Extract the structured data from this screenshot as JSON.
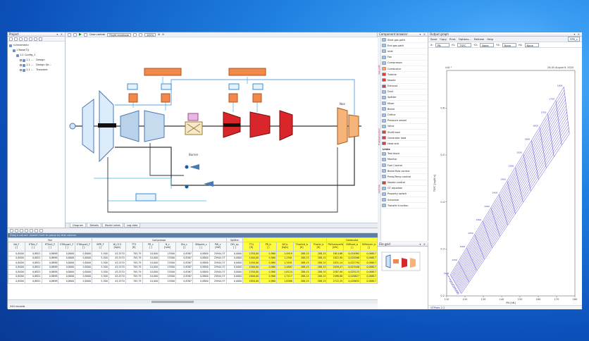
{
  "project": {
    "title": "Project",
    "tree": [
      {
        "label": "<Unnamed>",
        "depth": 0
      },
      {
        "label": "1 Base(Tj)",
        "depth": 1
      },
      {
        "label": "1.1 Config_1",
        "depth": 2
      },
      {
        "label": "1.1 ...",
        "depth": 3,
        "trailing": "Design"
      },
      {
        "label": "1.1 ...",
        "depth": 3,
        "trailing": "Design Se..."
      },
      {
        "label": "1.1 ...",
        "depth": 3,
        "trailing": "Transient"
      }
    ]
  },
  "diagram": {
    "toolbar": {
      "case_control_label": "Case control",
      "case_value": "Flight envelope",
      "zoom": "100%"
    },
    "tabs": [
      "Diagram",
      "Details",
      "Model notes",
      "Log data"
    ],
    "labels": {
      "burner": "Burner",
      "nozzle": "Noz"
    }
  },
  "component_browser": {
    "title": "Component browser",
    "side_labels": [
      "Gas path",
      "Fuel/Generation",
      "Controls"
    ],
    "items": [
      {
        "label": "Start gas path",
        "color": "#9fc3e8"
      },
      {
        "label": "End gas path",
        "color": "#9fc3e8"
      },
      {
        "label": "Inlet",
        "color": "#9fc3e8"
      },
      {
        "label": "Fan",
        "color": "#9fc3e8"
      },
      {
        "label": "Compressor",
        "color": "#9fc3e8"
      },
      {
        "label": "Combustor",
        "color": "#f6a66d"
      },
      {
        "label": "Turbine",
        "color": "#e23b3b"
      },
      {
        "label": "Nozzle",
        "color": "#e23b3b"
      },
      {
        "label": "Exhaust",
        "color": "#e23b3b"
      },
      {
        "label": "Duct",
        "color": "#9fc3e8"
      },
      {
        "label": "Splitter",
        "color": "#9fc3e8"
      },
      {
        "label": "Mixer",
        "color": "#9fc3e8"
      },
      {
        "label": "Bleed",
        "color": "#9fc3e8"
      },
      {
        "label": "Orifice",
        "color": "#9fc3e8"
      },
      {
        "label": "Pressure vessel",
        "color": "#9fc3e8"
      },
      {
        "label": "Valve",
        "color": "#9fc3e8"
      },
      {
        "label": "Shaft load",
        "color": "#c84545"
      },
      {
        "label": "Generator load",
        "color": "#c84545"
      },
      {
        "label": "Heat sink",
        "color": "#c84545"
      },
      {
        "label": "Test block",
        "color": "#9fc3e8"
      },
      {
        "label": "Monitor",
        "color": "#9fc3e8"
      },
      {
        "label": "Fuel Control",
        "color": "#9fc3e8"
      },
      {
        "label": "Bleed flow control",
        "color": "#9fc3e8"
      },
      {
        "label": "Press/Temp control",
        "color": "#9fc3e8"
      },
      {
        "label": "Nozzle control",
        "color": "#c84545"
      },
      {
        "label": "GT equation",
        "color": "#9fc3e8"
      },
      {
        "label": "Property switch",
        "color": "#9fc3e8"
      },
      {
        "label": "Schedule",
        "color": "#9fc3e8"
      },
      {
        "label": "Transfer function",
        "color": "#9fc3e8"
      }
    ],
    "links_label": "Links",
    "file_grid_title": "File grid"
  },
  "chart_pane": {
    "title": "Output graph",
    "toolbar": [
      "Save",
      "Copy",
      "Print",
      "Options...",
      "Refresh",
      "Help"
    ],
    "toolbar_right": [
      "FPR_c"
    ],
    "selectors": {
      "x": "PN",
      "y1": "TSFC",
      "y2": "None",
      "y3": "None",
      "y4": "None",
      "y5": "None"
    },
    "selector_labels": {
      "x": "X:",
      "y1": "Y1:",
      "y2": "Y2:",
      "y3": "Y3:",
      "y4": "Y4:"
    },
    "status": "GTPlots 2.2"
  },
  "chart_data": {
    "type": "line",
    "title": "",
    "timestamp": "26-05   August 6, 2020",
    "xlabel": "PN [kN]",
    "ylabel": "TSFC [kg/N s]",
    "y_scale_note": "x10⁻²",
    "xlim": [
      110,
      180
    ],
    "ylim": [
      0.2,
      0.68
    ],
    "x_ticks": [
      110,
      120,
      130,
      140,
      150,
      160,
      170,
      180
    ],
    "y_ticks": [
      0.2,
      0.3,
      0.4,
      0.5,
      0.6
    ],
    "carpet_labels_tt4": [
      "1100",
      "1150",
      "1200",
      "1250",
      "1300",
      "1350",
      "1400",
      "1450",
      "1500",
      "1550",
      "1600",
      "1650",
      "1700",
      "1750",
      "1800"
    ],
    "carpet_labels_bpr": [
      "5",
      "6",
      "7",
      "8",
      "9",
      "10",
      "11",
      "12",
      "13",
      "14",
      "15",
      "16",
      "17",
      "18",
      "19",
      "20"
    ],
    "grid": true
  },
  "grid": {
    "drag_hint": "Drag a column header here to group by that column",
    "groups": [
      {
        "label": "Fan",
        "span": 5,
        "hl": false
      },
      {
        "label": "Compressor",
        "span": 8,
        "hl": false
      },
      {
        "label": "Splitter",
        "span": 1,
        "hl": false
      },
      {
        "label": "",
        "span": 5,
        "hl": true
      },
      {
        "label": "Combustor",
        "span": 3,
        "hl": true
      }
    ],
    "columns": [
      {
        "name": "Nd_F",
        "unit": "[ ]",
        "hl": false
      },
      {
        "name": "ETAis_F",
        "unit": "[ ]",
        "hl": false
      },
      {
        "name": "ETAis2_F",
        "unit": "[ ]",
        "hl": false
      },
      {
        "name": "ETAtype1_F",
        "unit": "[ ]",
        "hl": false
      },
      {
        "name": "ETAtype2_F",
        "unit": "[ ]",
        "hl": false
      },
      {
        "name": "BPR_F",
        "unit": "[ ]",
        "hl": false
      },
      {
        "name": "W_C13",
        "unit": "[kg/s]",
        "hl": false
      },
      {
        "name": "TT3",
        "unit": "[K]",
        "hl": false
      },
      {
        "name": "PR_c",
        "unit": "[ ]",
        "hl": false
      },
      {
        "name": "N_c",
        "unit": "[rpm]",
        "hl": false
      },
      {
        "name": "Eta_c",
        "unit": "[ ]",
        "hl": false
      },
      {
        "name": "SMpoint_c",
        "unit": "[ ]",
        "hl": false
      },
      {
        "name": "PW_c",
        "unit": "[kW]",
        "hl": false
      },
      {
        "name": "DPr_sp",
        "unit": "[ ]",
        "hl": false
      },
      {
        "name": "TT4",
        "unit": "[K]",
        "hl": true
      },
      {
        "name": "PR_b",
        "unit": "[ ]",
        "hl": true
      },
      {
        "name": "Wf_b",
        "unit": "[kg/s]",
        "hl": true
      },
      {
        "name": "Tfuelinit_b",
        "unit": "[K]",
        "hl": true
      },
      {
        "name": "Tfuelin_b",
        "unit": "[K]",
        "hl": true
      },
      {
        "name": "PWfueloverW_b",
        "unit": "[kW]",
        "hl": true
      },
      {
        "name": "FARload_b",
        "unit": "[ ]",
        "hl": true
      },
      {
        "name": "FARstoich_b",
        "unit": "[ ]",
        "hl": true
      }
    ],
    "rows": [
      [
        "0,8000",
        "0,8821",
        "0,8898",
        "0,8000",
        "0,8000",
        "5,500",
        "43,2570",
        "705,79",
        "10,000",
        "15500",
        "0,8367",
        "0,8800",
        "25944,37",
        "0,0000",
        "1350,00",
        "0,960",
        "1,0919",
        "288,15",
        "288,15",
        "1614,66",
        "0,018365",
        "0,06817"
      ],
      [
        "0,8000",
        "0,8821",
        "0,8898",
        "0,8000",
        "0,8000",
        "5,500",
        "43,2570",
        "705,79",
        "10,000",
        "15500",
        "0,8367",
        "0,8800",
        "25944,37",
        "0,0000",
        "1400,00",
        "0,960",
        "1,2561",
        "288,15",
        "288,15",
        "1822,90",
        "0,020266",
        "0,06817"
      ],
      [
        "0,8000",
        "0,8821",
        "0,8898",
        "0,8000",
        "0,8000",
        "5,500",
        "43,2570",
        "705,79",
        "10,000",
        "15500",
        "0,8367",
        "0,8800",
        "25944,37",
        "0,0000",
        "1450,00",
        "0,960",
        "1,3491",
        "288,15",
        "288,15",
        "2031,14",
        "0,021794",
        "0,06817"
      ],
      [
        "0,8000",
        "0,8821",
        "0,8898",
        "0,8000",
        "0,8000",
        "5,500",
        "43,2570",
        "705,79",
        "10,000",
        "15500",
        "0,8367",
        "0,8800",
        "25944,37",
        "0,0000",
        "1500,00",
        "0,960",
        "1,4887",
        "288,15",
        "288,15",
        "2039,47",
        "0,023446",
        "0,06817"
      ],
      [
        "0,8000",
        "0,8821",
        "0,8898",
        "0,8000",
        "0,8000",
        "5,500",
        "43,2570",
        "705,79",
        "10,000",
        "15500",
        "0,8367",
        "0,8800",
        "25944,37",
        "0,0000",
        "1550,00",
        "0,960",
        "1,6124",
        "288,15",
        "288,15",
        "2287,90",
        "0,025125",
        "0,06817"
      ],
      [
        "0,8000",
        "0,8821",
        "0,8898",
        "0,8000",
        "0,8000",
        "5,500",
        "43,2570",
        "705,79",
        "10,000",
        "15500",
        "0,8367",
        "0,8800",
        "25944,37",
        "0,0000",
        "1600,00",
        "0,960",
        "1,7217",
        "288,15",
        "288,15",
        "2498,88",
        "0,026827",
        "0,06817"
      ],
      [
        "0,8000",
        "0,8821",
        "0,8898",
        "0,8000",
        "0,8000",
        "5,500",
        "43,2570",
        "705,79",
        "10,000",
        "15500",
        "0,8367",
        "0,8800",
        "25944,37",
        "0,0000",
        "1650,00",
        "0,960",
        "1,8368",
        "288,15",
        "288,15",
        "2722,35",
        "0,028632",
        "0,06817"
      ]
    ],
    "records": "240 records"
  }
}
